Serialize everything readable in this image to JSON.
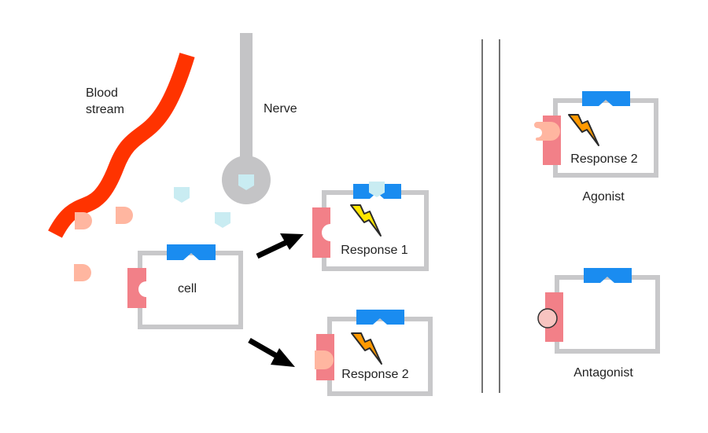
{
  "labels": {
    "blood_stream": [
      "Blood",
      "stream"
    ],
    "nerve": "Nerve",
    "cell": "cell",
    "response1": "Response 1",
    "response2": "Response 2",
    "response2_agonist": "Response 2",
    "agonist": "Agonist",
    "antagonist": "Antagonist"
  },
  "colors": {
    "blood": "#ff3300",
    "nerve": "#c4c4c6",
    "cell_border": "#c8c8ca",
    "receptor_pink": "#f28088",
    "receptor_blue": "#1a8cf0",
    "hormone": "#ffb6a0",
    "neurotransmitter": "#c9ecf2",
    "bolt_yellow": "#ffe600",
    "bolt_orange": "#ff9900",
    "antagonist_ligand": "#f8c4c0",
    "arrow": "#000000",
    "divider": "#444444"
  },
  "icons": [
    "lightning-bolt-icon",
    "arrow-icon",
    "wavy-blood-vessel",
    "nerve-terminal"
  ]
}
